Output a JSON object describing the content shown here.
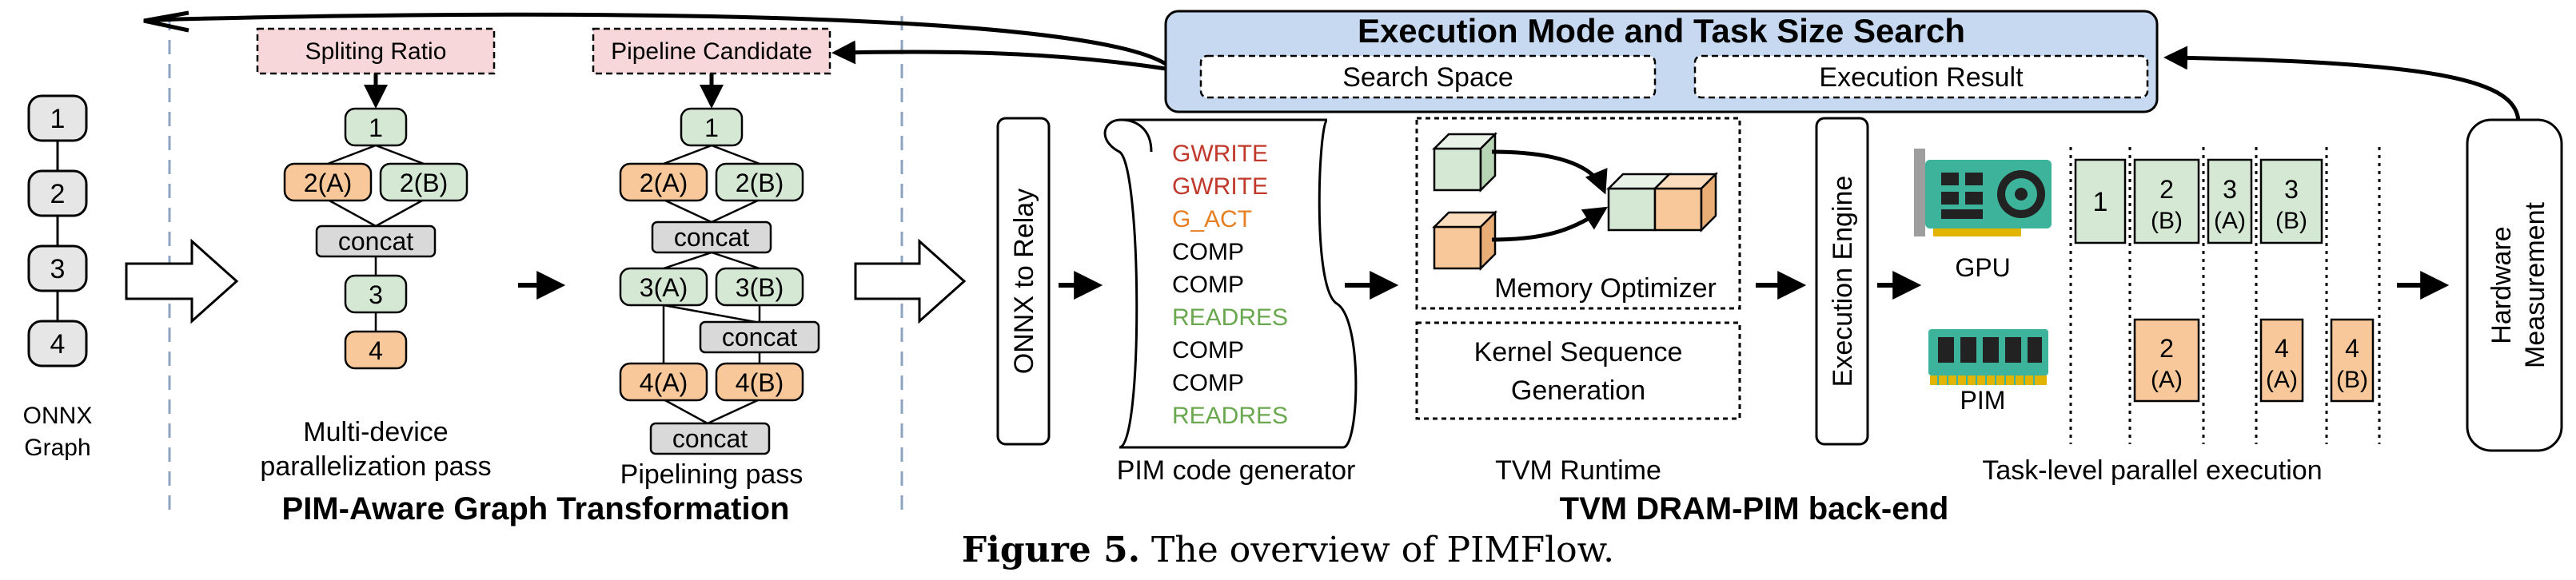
{
  "search": {
    "title": "Execution Mode and Task Size Search",
    "space": "Search Space",
    "result": "Execution Result"
  },
  "onnx": {
    "nodes": [
      "1",
      "2",
      "3",
      "4"
    ],
    "label_line1": "ONNX",
    "label_line2": "Graph"
  },
  "pim_aware": {
    "title": "PIM-Aware Graph Transformation",
    "split_ratio": "Spliting Ratio",
    "pipeline_candidate": "Pipeline Candidate",
    "multi_device": {
      "n1": "1",
      "n2a": "2(A)",
      "n2b": "2(B)",
      "concat": "concat",
      "n3": "3",
      "n4": "4",
      "label_line1": "Multi-device",
      "label_line2": "parallelization pass"
    },
    "pipelining": {
      "n1": "1",
      "n2a": "2(A)",
      "n2b": "2(B)",
      "concat1": "concat",
      "n3a": "3(A)",
      "n3b": "3(B)",
      "concat2": "concat",
      "n4a": "4(A)",
      "n4b": "4(B)",
      "concat3": "concat",
      "label": "Pipelining pass"
    }
  },
  "backend": {
    "title": "TVM DRAM-PIM back-end",
    "onnx_to_relay": "ONNX to Relay",
    "code_lines": [
      {
        "text": "GWRITE",
        "color": "#c0392b"
      },
      {
        "text": "GWRITE",
        "color": "#c0392b"
      },
      {
        "text": "G_ACT",
        "color": "#e67e22"
      },
      {
        "text": "COMP",
        "color": "#000000"
      },
      {
        "text": "COMP",
        "color": "#000000"
      },
      {
        "text": "READRES",
        "color": "#6aa84f"
      },
      {
        "text": "COMP",
        "color": "#000000"
      },
      {
        "text": "COMP",
        "color": "#000000"
      },
      {
        "text": "READRES",
        "color": "#6aa84f"
      }
    ],
    "pim_codegen_label": "PIM code generator",
    "memory_optimizer": "Memory Optimizer",
    "kernel_seq_line1": "Kernel Sequence",
    "kernel_seq_line2": "Generation",
    "tvm_runtime_label": "TVM Runtime",
    "execution_engine": "Execution Engine",
    "gpu_label": "GPU",
    "pim_label": "PIM",
    "gpu_tasks": [
      {
        "line1": "1",
        "line2": ""
      },
      {
        "line1": "2",
        "line2": "(B)"
      },
      {
        "line1": "3",
        "line2": "(A)"
      },
      {
        "line1": "3",
        "line2": "(B)"
      }
    ],
    "pim_tasks": [
      {
        "line1": "2",
        "line2": "(A)"
      },
      {
        "line1": "4",
        "line2": "(A)"
      },
      {
        "line1": "4",
        "line2": "(B)"
      }
    ],
    "task_level_label": "Task-level parallel execution",
    "hw_line1": "Hardware",
    "hw_line2": "Measurement"
  },
  "caption": {
    "prefix": "Figure 5.",
    "text": " The overview of PIMFlow."
  },
  "colors": {
    "gray_node": "#e6e6e6",
    "green_node": "#d5e8d4",
    "orange_node": "#f8c89a",
    "pink_box": "#f8d7da",
    "blue_box": "#c6d9f0",
    "gpu_board": "#3cb39a",
    "pim_board": "#3cb39a"
  }
}
